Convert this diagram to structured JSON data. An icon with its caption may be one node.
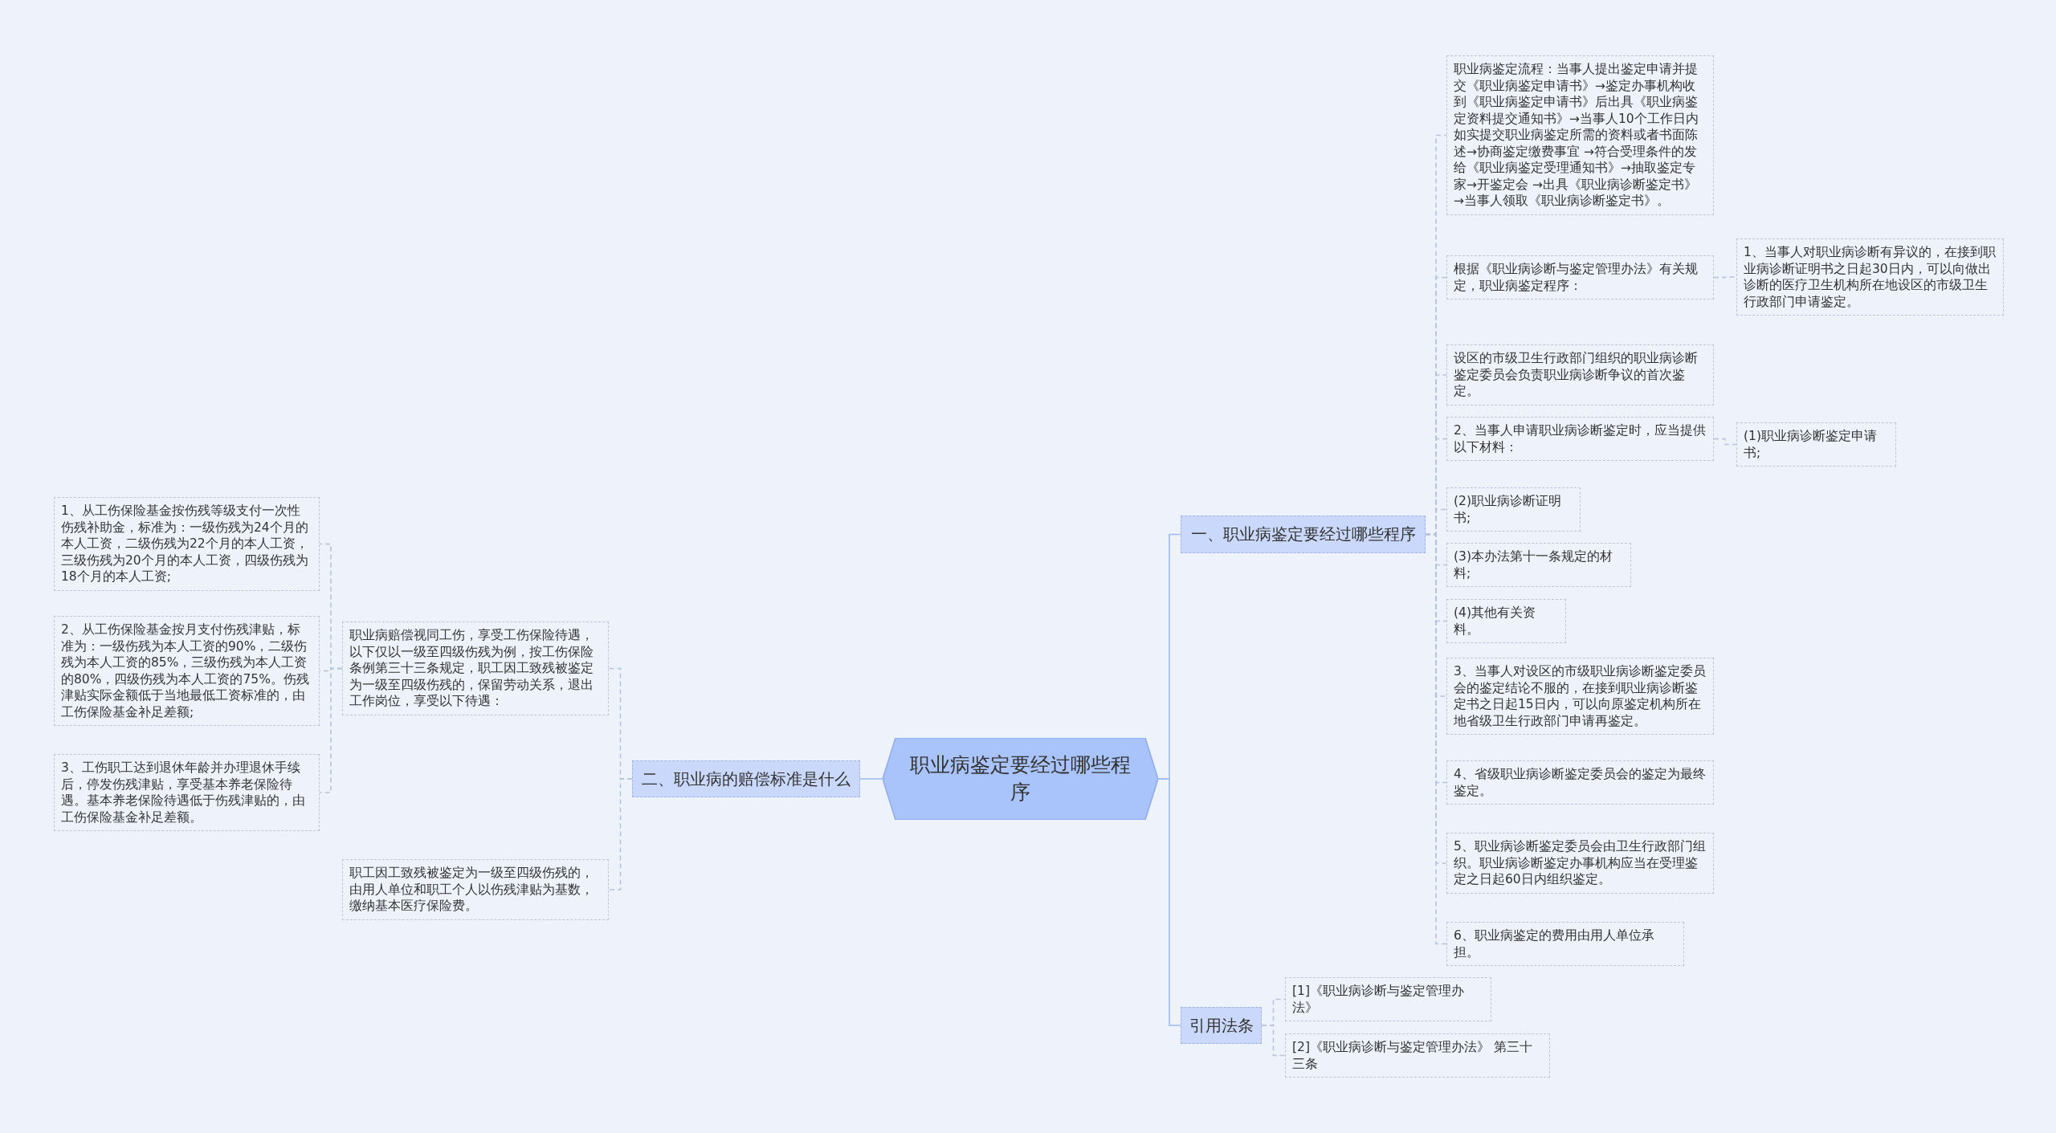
{
  "diagram": {
    "nodes": [
      {
        "text": [
          "职业病鉴定要经过哪些程序"
        ]
      },
      {
        "text": [
          "一、职业病鉴定要经过哪些程序"
        ]
      },
      {
        "text": [
          "职业病鉴定流程：当事人提出鉴定申请并提交《职业病鉴定申请书》→鉴定办事机构收到《职业病鉴定申请书》后出具《职业病鉴定资料提交通知书》→当事人10个工作日内如实提交职业病鉴定所需的资料或者书面陈述→协商鉴定缴费事宜 →符合受理条件的发给《职业病鉴定受理通知书》→抽取鉴定专家→开鉴定会 →出具《职业病诊断鉴定书》 →当事人领取《职业病诊断鉴定书》。"
        ]
      },
      {
        "text": [
          "根据《职业病诊断与鉴定管理办法》有关规定，职业病鉴定程序："
        ]
      },
      {
        "text": [
          "1、当事人对职业病诊断有异议的，在接到职业病诊断证明书之日起30日内，可以向做出诊断的医疗卫生机构所在地设区的市级卫生行政部门申请鉴定。"
        ]
      },
      {
        "text": [
          "设区的市级卫生行政部门组织的职业病诊断鉴定委员会负责职业病诊断争议的首次鉴定。"
        ]
      },
      {
        "text": [
          "2、当事人申请职业病诊断鉴定时，应当提供以下材料："
        ]
      },
      {
        "text": [
          "(1)职业病诊断鉴定申请书;"
        ]
      },
      {
        "text": [
          "(2)职业病诊断证明书;"
        ]
      },
      {
        "text": [
          "(3)本办法第十一条规定的材料;"
        ]
      },
      {
        "text": [
          "(4)其他有关资料。"
        ]
      },
      {
        "text": [
          "3、当事人对设区的市级职业病诊断鉴定委员会的鉴定结论不服的，在接到职业病诊断鉴定书之日起15日内，可以向原鉴定机构所在地省级卫生行政部门申请再鉴定。"
        ]
      },
      {
        "text": [
          "4、省级职业病诊断鉴定委员会的鉴定为最终鉴定。"
        ]
      },
      {
        "text": [
          "5、职业病诊断鉴定委员会由卫生行政部门组织。职业病诊断鉴定办事机构应当在受理鉴定之日起60日内组织鉴定。"
        ]
      },
      {
        "text": [
          "6、职业病鉴定的费用由用人单位承担。"
        ]
      },
      {
        "text": [
          "引用法条"
        ]
      },
      {
        "text": [
          "[1]《职业病诊断与鉴定管理办法》"
        ]
      },
      {
        "text": [
          "[2]《职业病诊断与鉴定管理办法》 第三十三条"
        ]
      },
      {
        "text": [
          "二、职业病的赔偿标准是什么"
        ]
      },
      {
        "text": [
          "职业病赔偿视同工伤，享受工伤保险待遇，以下仅以一级至四级伤残为例，按工伤保险条例第三十三条规定，职工因工致残被鉴定为一级至四级伤残的，保留劳动关系，退出工作岗位，享受以下待遇："
        ]
      },
      {
        "text": [
          "1、从工伤保险基金按伤残等级支付一次性伤残补助金，标准为：一级伤残为24个月的本人工资，二级伤残为22个月的本人工资，三级伤残为20个月的本人工资，四级伤残为18个月的本人工资;"
        ]
      },
      {
        "text": [
          "2、从工伤保险基金按月支付伤残津贴，标准为：一级伤残为本人工资的90%，二级伤残为本人工资的85%，三级伤残为本人工资的80%，四级伤残为本人工资的75%。伤残津贴实际金额低于当地最低工资标准的，由工伤保险基金补足差额;"
        ]
      },
      {
        "text": [
          "3、工伤职工达到退休年龄并办理退休手续后，停发伤残津贴，享受基本养老保险待遇。基本养老保险待遇低于伤残津贴的，由工伤保险基金补足差额。"
        ]
      },
      {
        "text": [
          "职工因工致残被鉴定为一级至四级伤残的，由用人单位和职工个人以伤残津贴为基数，缴纳基本医疗保险费。"
        ]
      }
    ],
    "edges": [
      {
        "from": 0,
        "to": 1,
        "arrow": "none"
      },
      {
        "from": 1,
        "to": 2,
        "arrow": "none",
        "style": "dashed"
      },
      {
        "from": 1,
        "to": 3,
        "arrow": "none",
        "style": "dashed"
      },
      {
        "from": 3,
        "to": 4,
        "arrow": "none",
        "style": "dashed"
      },
      {
        "from": 1,
        "to": 5,
        "arrow": "none",
        "style": "dashed"
      },
      {
        "from": 1,
        "to": 6,
        "arrow": "none",
        "style": "dashed"
      },
      {
        "from": 6,
        "to": 7,
        "arrow": "none",
        "style": "dashed"
      },
      {
        "from": 1,
        "to": 8,
        "arrow": "none",
        "style": "dashed"
      },
      {
        "from": 1,
        "to": 9,
        "arrow": "none",
        "style": "dashed"
      },
      {
        "from": 1,
        "to": 10,
        "arrow": "none",
        "style": "dashed"
      },
      {
        "from": 1,
        "to": 11,
        "arrow": "none",
        "style": "dashed"
      },
      {
        "from": 1,
        "to": 12,
        "arrow": "none",
        "style": "dashed"
      },
      {
        "from": 1,
        "to": 13,
        "arrow": "none",
        "style": "dashed"
      },
      {
        "from": 1,
        "to": 14,
        "arrow": "none",
        "style": "dashed"
      },
      {
        "from": 0,
        "to": 15,
        "arrow": "none"
      },
      {
        "from": 15,
        "to": 16,
        "arrow": "none",
        "style": "dashed"
      },
      {
        "from": 15,
        "to": 17,
        "arrow": "none",
        "style": "dashed"
      },
      {
        "from": 0,
        "to": 18,
        "arrow": "none"
      },
      {
        "from": 18,
        "to": 19,
        "arrow": "none",
        "style": "dashed"
      },
      {
        "from": 19,
        "to": 20,
        "arrow": "none",
        "style": "dashed"
      },
      {
        "from": 19,
        "to": 21,
        "arrow": "none",
        "style": "dashed"
      },
      {
        "from": 19,
        "to": 22,
        "arrow": "none",
        "style": "dashed"
      },
      {
        "from": 18,
        "to": 23,
        "arrow": "none",
        "style": "dashed"
      }
    ]
  }
}
